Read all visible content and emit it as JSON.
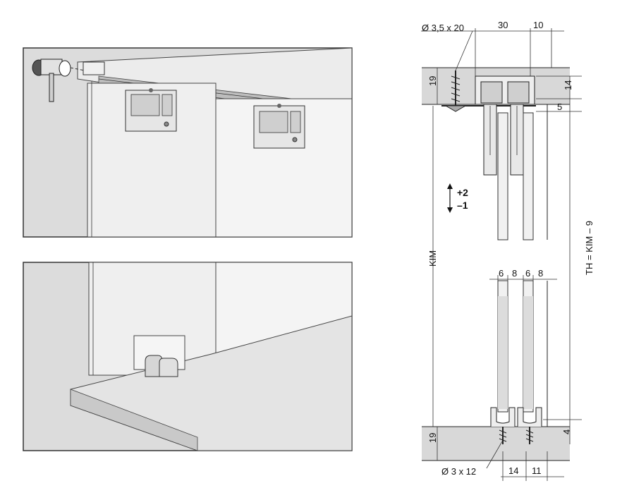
{
  "colors": {
    "panel_bg": "#dcdcdc",
    "panel_border": "#333333",
    "door_face": "#f2f2f2",
    "floor_face": "#e4e4e4",
    "shelf_grey": "#d8d8d8",
    "metal": "#cfcfcf"
  },
  "top_dims": {
    "screw": "Ø 3,5 x 20",
    "d30": "30",
    "d10": "10",
    "d19_top": "19",
    "d14": "14",
    "d5": "5"
  },
  "mid_dims": {
    "adjust_plus": "+2",
    "adjust_minus": "–1",
    "kim": "KIM",
    "th": "TH = KIM – 9",
    "d6a": "6",
    "d8a": "8",
    "d6b": "6",
    "d8b": "8"
  },
  "bottom_dims": {
    "d19_bottom": "19",
    "d4": "4",
    "screw2": "Ø 3 x 12",
    "d14": "14",
    "d11": "11"
  }
}
